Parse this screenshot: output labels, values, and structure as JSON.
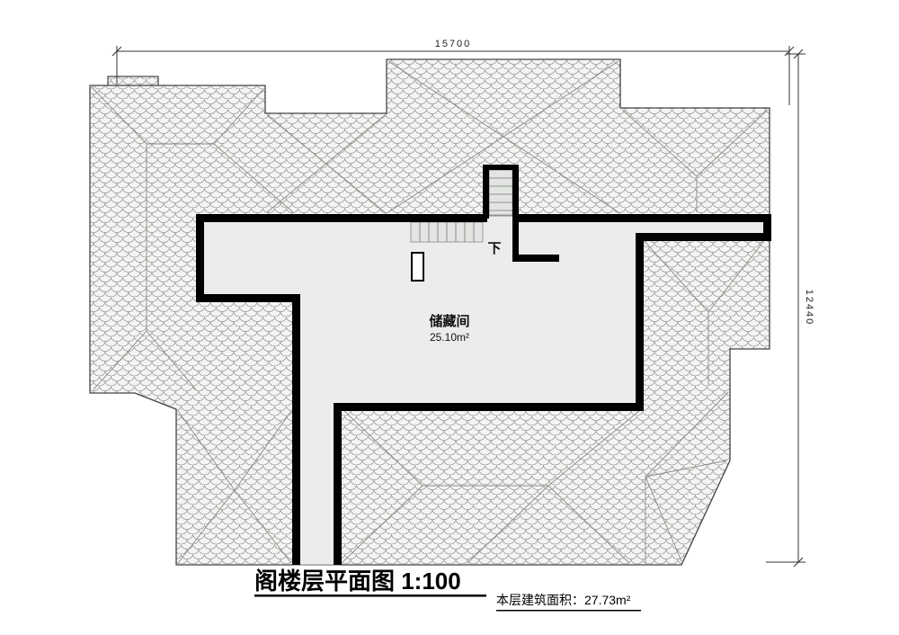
{
  "plan": {
    "room": {
      "name": "储藏间",
      "area": "25.10m²"
    },
    "stair": {
      "down_label": "下"
    },
    "dimensions": {
      "width": "15700",
      "height": "12440"
    },
    "footer": {
      "title": "阁楼层平面图  1:100",
      "area_note": "本层建筑面积：27.73m²"
    },
    "colors": {
      "wall": "#000000",
      "tile_line": "#9a9a98",
      "roof_bg": "#f4f4f2",
      "interior_bg": "#ececea",
      "dim_line": "#333333"
    }
  }
}
